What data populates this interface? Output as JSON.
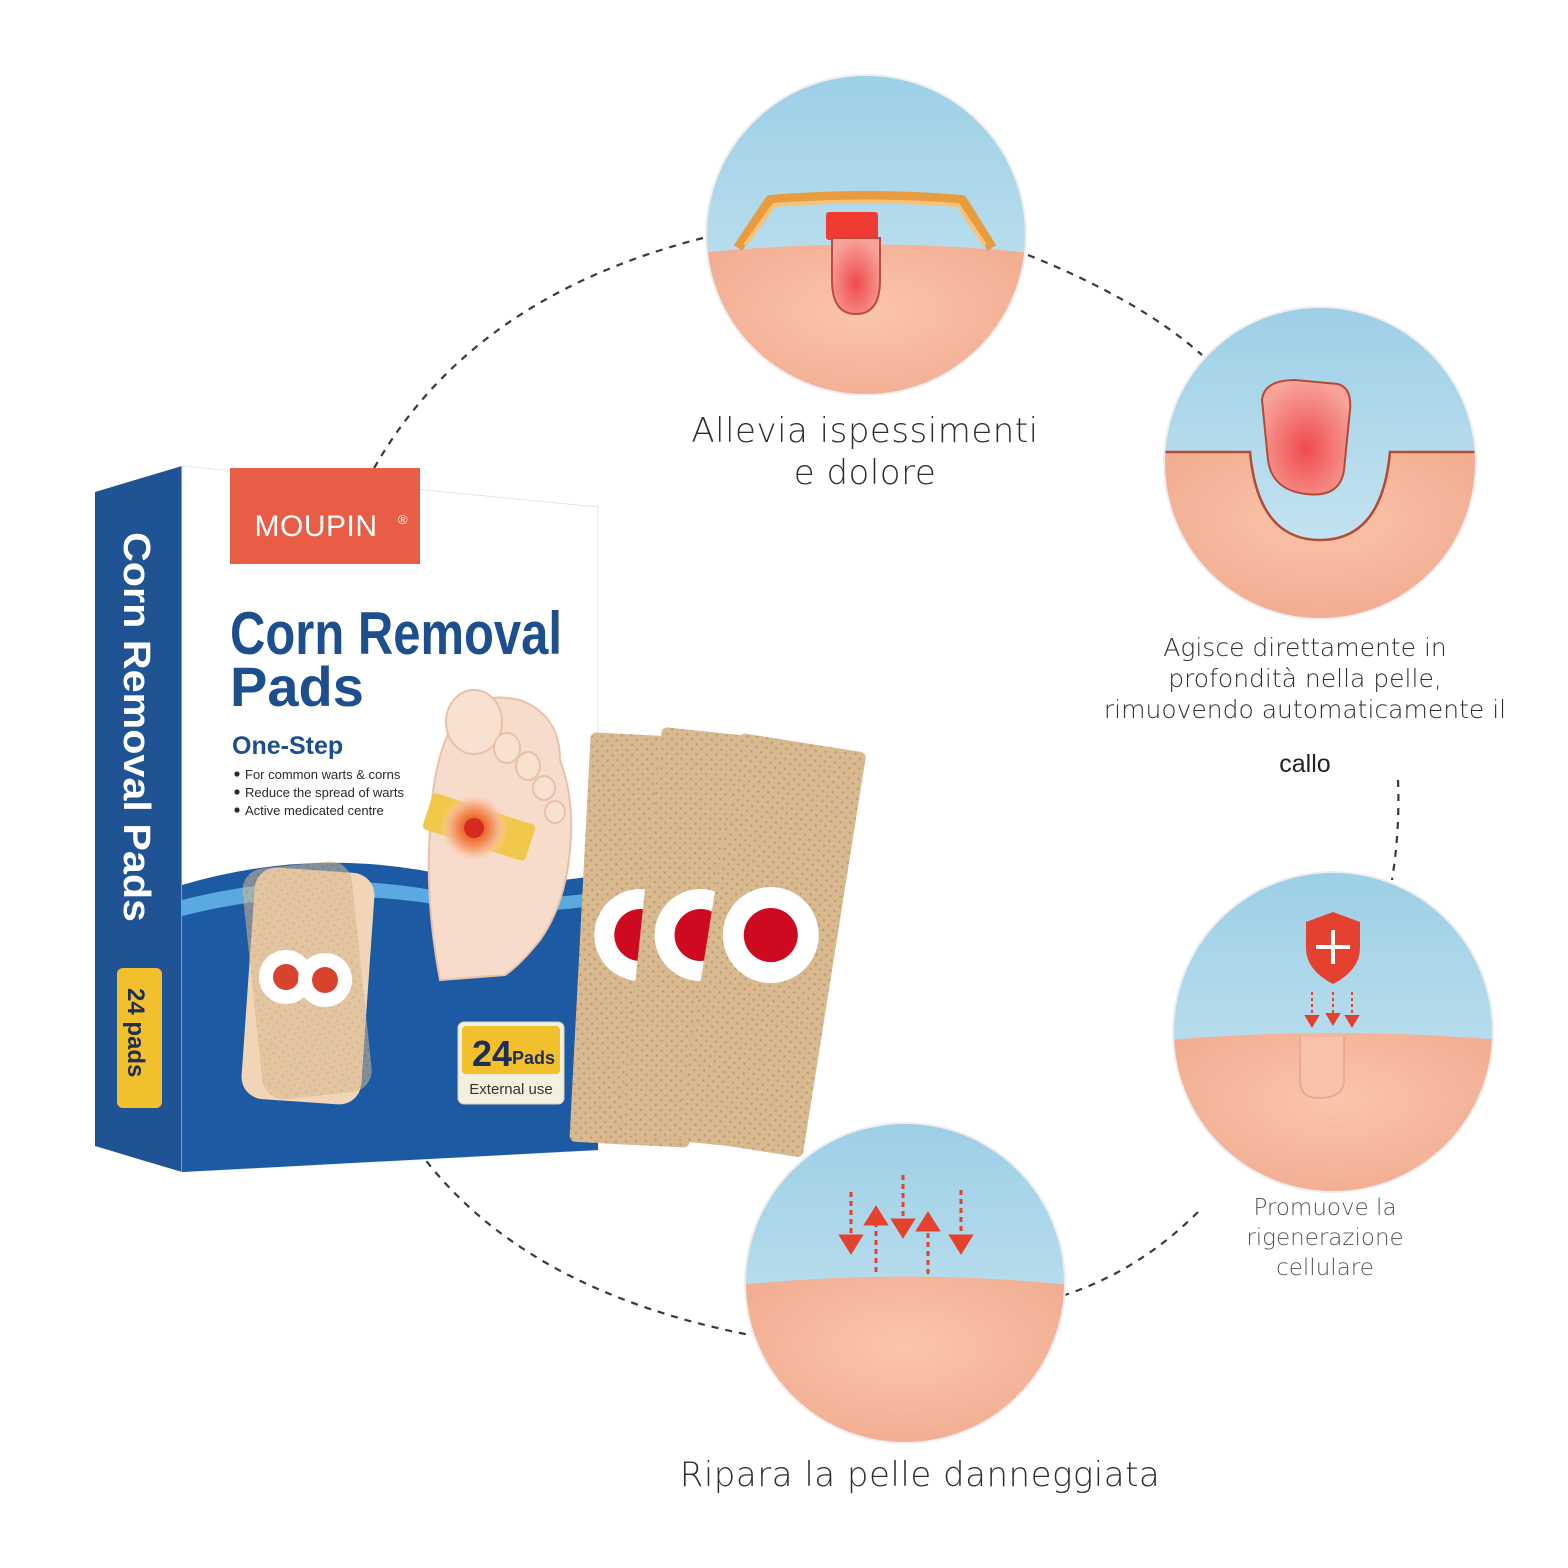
{
  "product": {
    "brand": "MOUPIN",
    "brand_mark": "®",
    "title_line1": "Corn Removal",
    "title_line2": "Pads",
    "subtitle": "One-Step",
    "bullets": [
      "For common warts & corns",
      "Reduce the spread of warts",
      "Active medicated centre"
    ],
    "spine_title": "Corn Removal Pads",
    "spine_count": "24 pads",
    "badge_count": "24",
    "badge_unit": "Pads",
    "badge_note": "External use"
  },
  "benefits": [
    {
      "line1": "Allevia ispessimenti",
      "line2": "e dolore"
    },
    {
      "line1": "Agisce direttamente in",
      "line2": "profondità nella pelle,",
      "line3": "rimuovendo automaticamente il",
      "line4": "callo"
    },
    {
      "line1": "Promuove la",
      "line2": "rigenerazione",
      "line3": "cellulare"
    },
    {
      "line1": "Ripara la pelle danneggiata"
    }
  ],
  "colors": {
    "box_blue": "#1c4f8f",
    "brand_red": "#e95c46",
    "title_blue": "#1d4e8e",
    "pad_tan": "#d8b88e",
    "corn_red": "#d0021b",
    "skin": "#f5b59a",
    "sky": "#a9d7ea",
    "badge_yellow": "#f3c02d"
  }
}
